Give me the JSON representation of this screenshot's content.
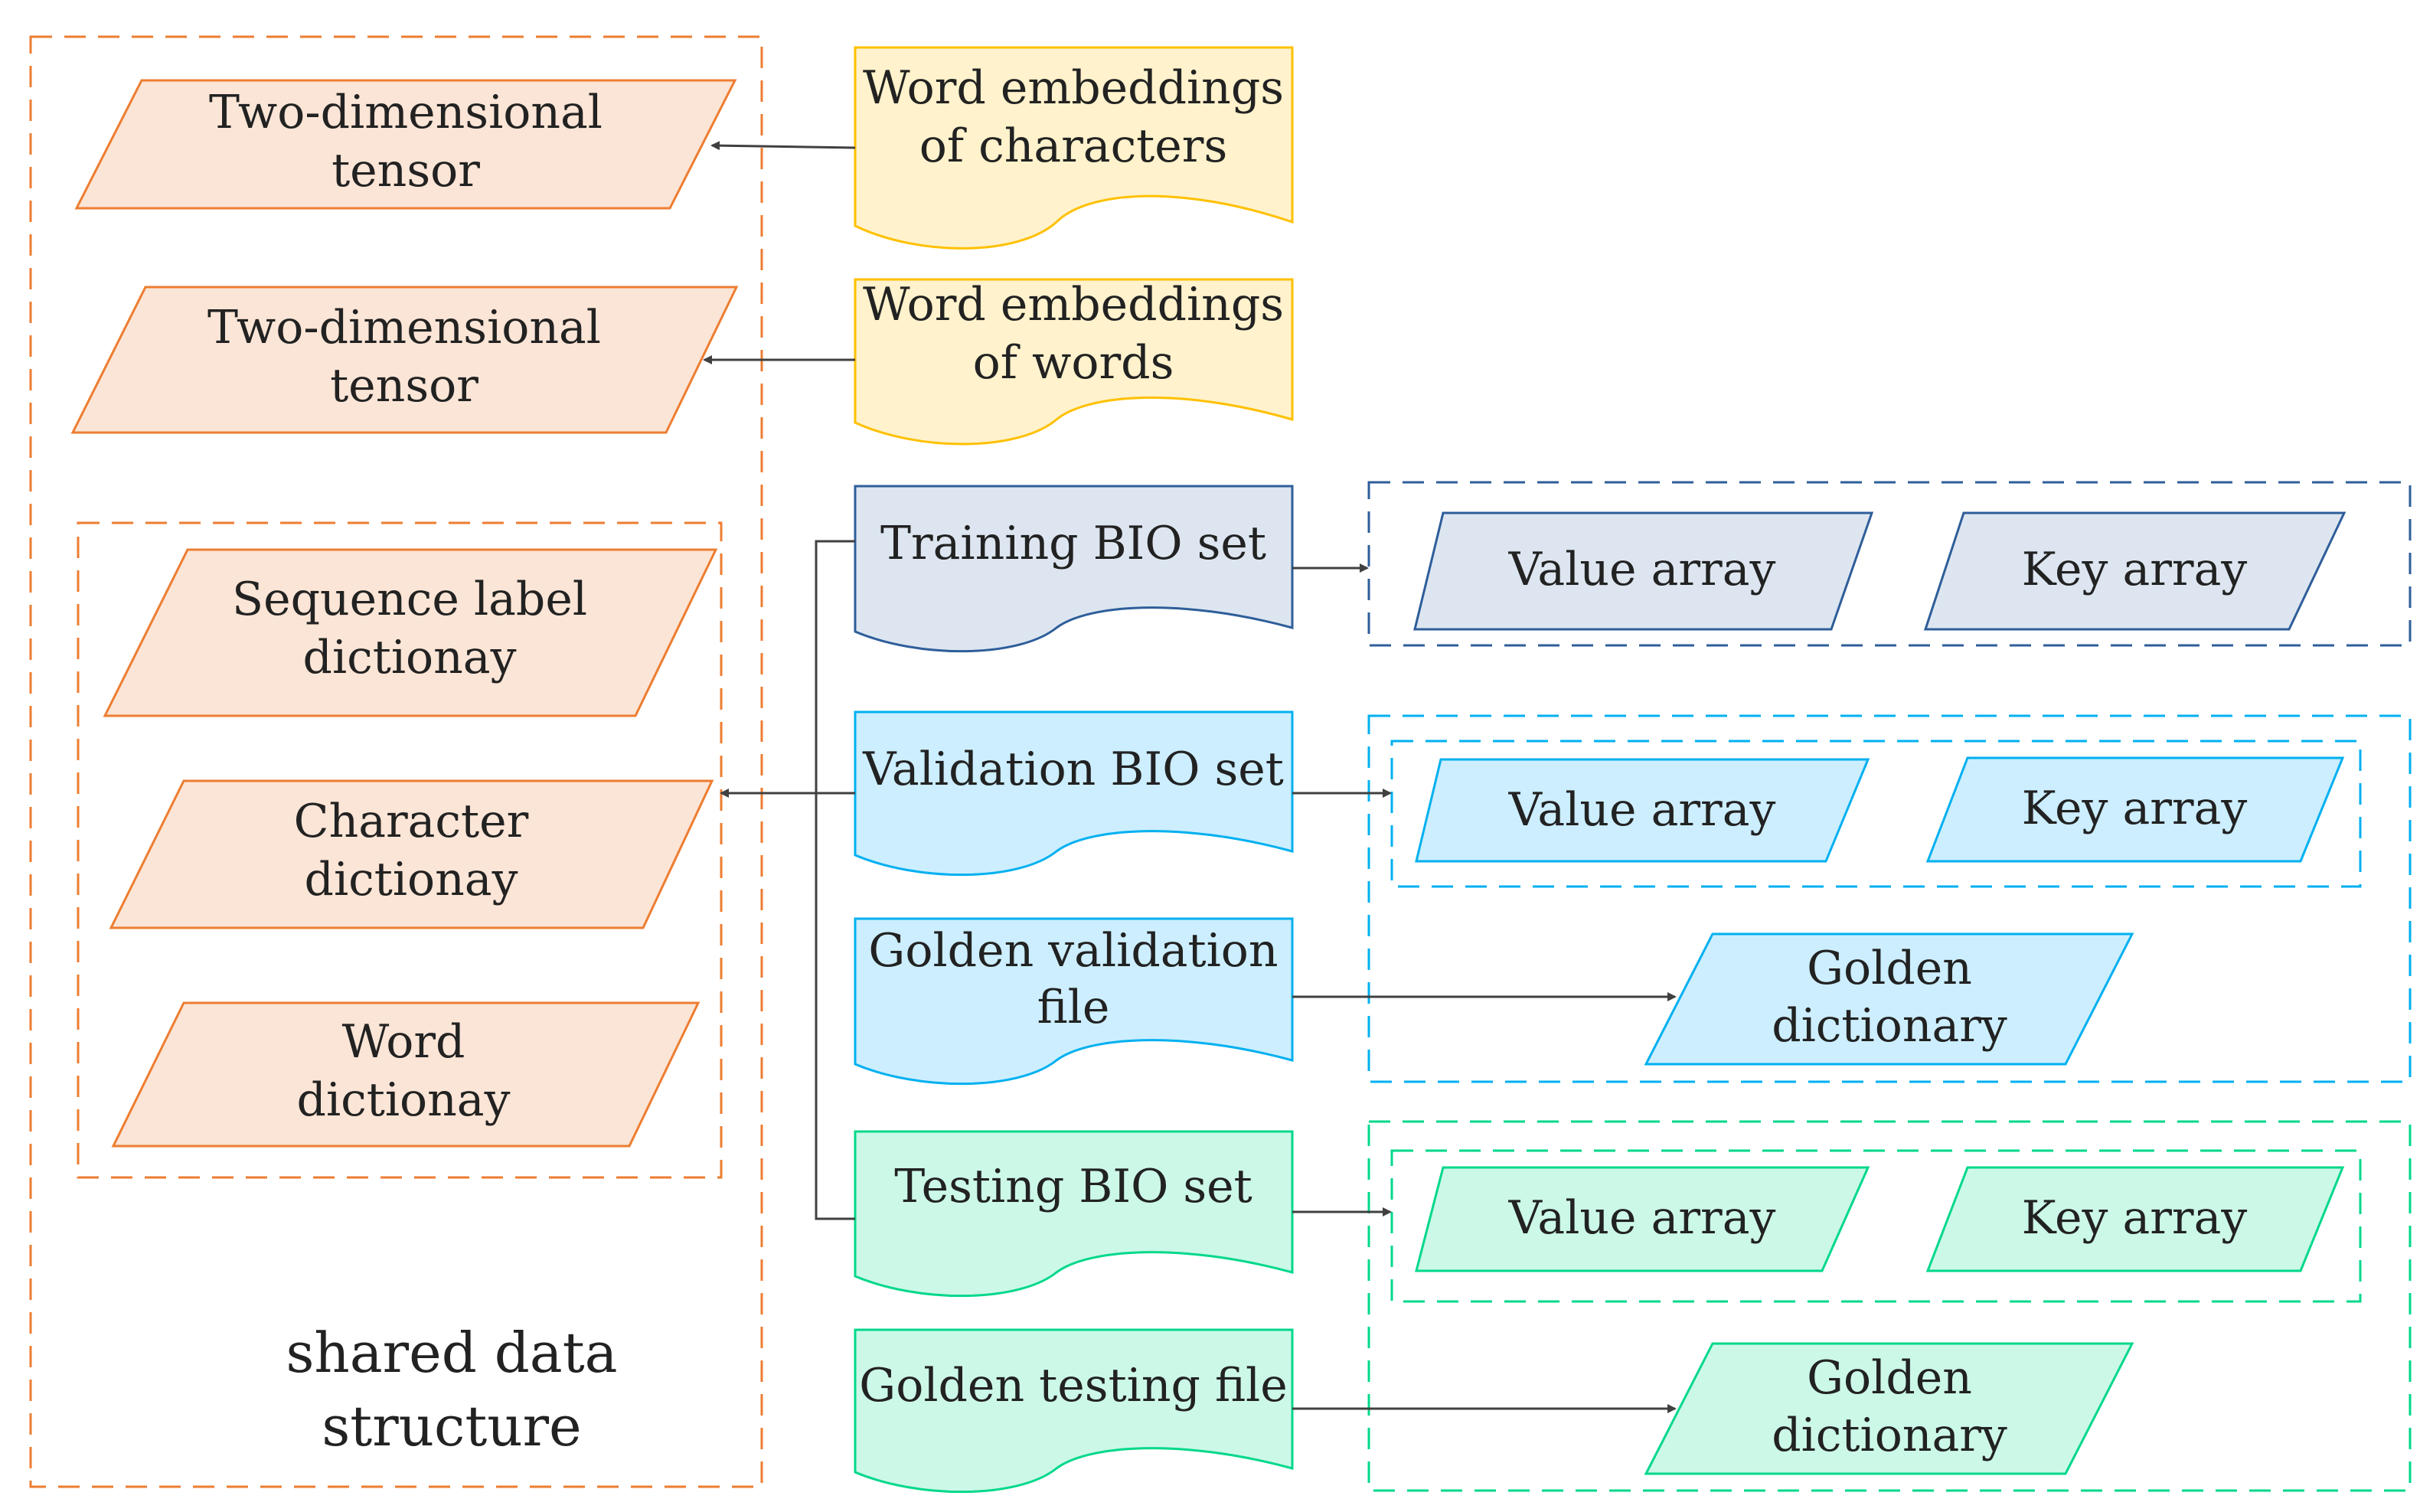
{
  "colors": {
    "orange_stroke": "#ED7D31",
    "orange_fill": "#FBE5D6",
    "yellow_stroke": "#FFC000",
    "yellow_fill": "#FFF2CC",
    "steel_stroke": "#2E5E9A",
    "steel_fill": "#DDE6F0",
    "sky_stroke": "#00B0F0",
    "sky_fill": "#CCEEFF",
    "mint_stroke": "#00D88A",
    "mint_fill": "#CCF8E8",
    "arrow": "#404040"
  },
  "shared": {
    "title_line1": "shared data",
    "title_line2": "structure",
    "tensor_char": {
      "line1": "Two-dimensional",
      "line2": "tensor"
    },
    "tensor_word": {
      "line1": "Two-dimensional",
      "line2": "tensor"
    },
    "seq_dict": {
      "line1": "Sequence label",
      "line2": "dictionay"
    },
    "char_dict": {
      "line1": "Character",
      "line2": "dictionay"
    },
    "word_dict": {
      "line1": "Word",
      "line2": "dictionay"
    }
  },
  "sources": {
    "emb_char": {
      "line1": "Word embeddings",
      "line2": "of characters"
    },
    "emb_word": {
      "line1": "Word embeddings",
      "line2": "of words"
    },
    "train_bio": "Training BIO set",
    "valid_bio": "Validation BIO set",
    "golden_valid": {
      "line1": "Golden validation",
      "line2": "file"
    },
    "test_bio": "Testing BIO set",
    "golden_test": "Golden testing file"
  },
  "outputs": {
    "train": {
      "value": "Value array",
      "key": "Key array"
    },
    "valid": {
      "value": "Value array",
      "key": "Key array",
      "golden_line1": "Golden",
      "golden_line2": "dictionary"
    },
    "test": {
      "value": "Value array",
      "key": "Key array",
      "golden_line1": "Golden",
      "golden_line2": "dictionary"
    }
  }
}
